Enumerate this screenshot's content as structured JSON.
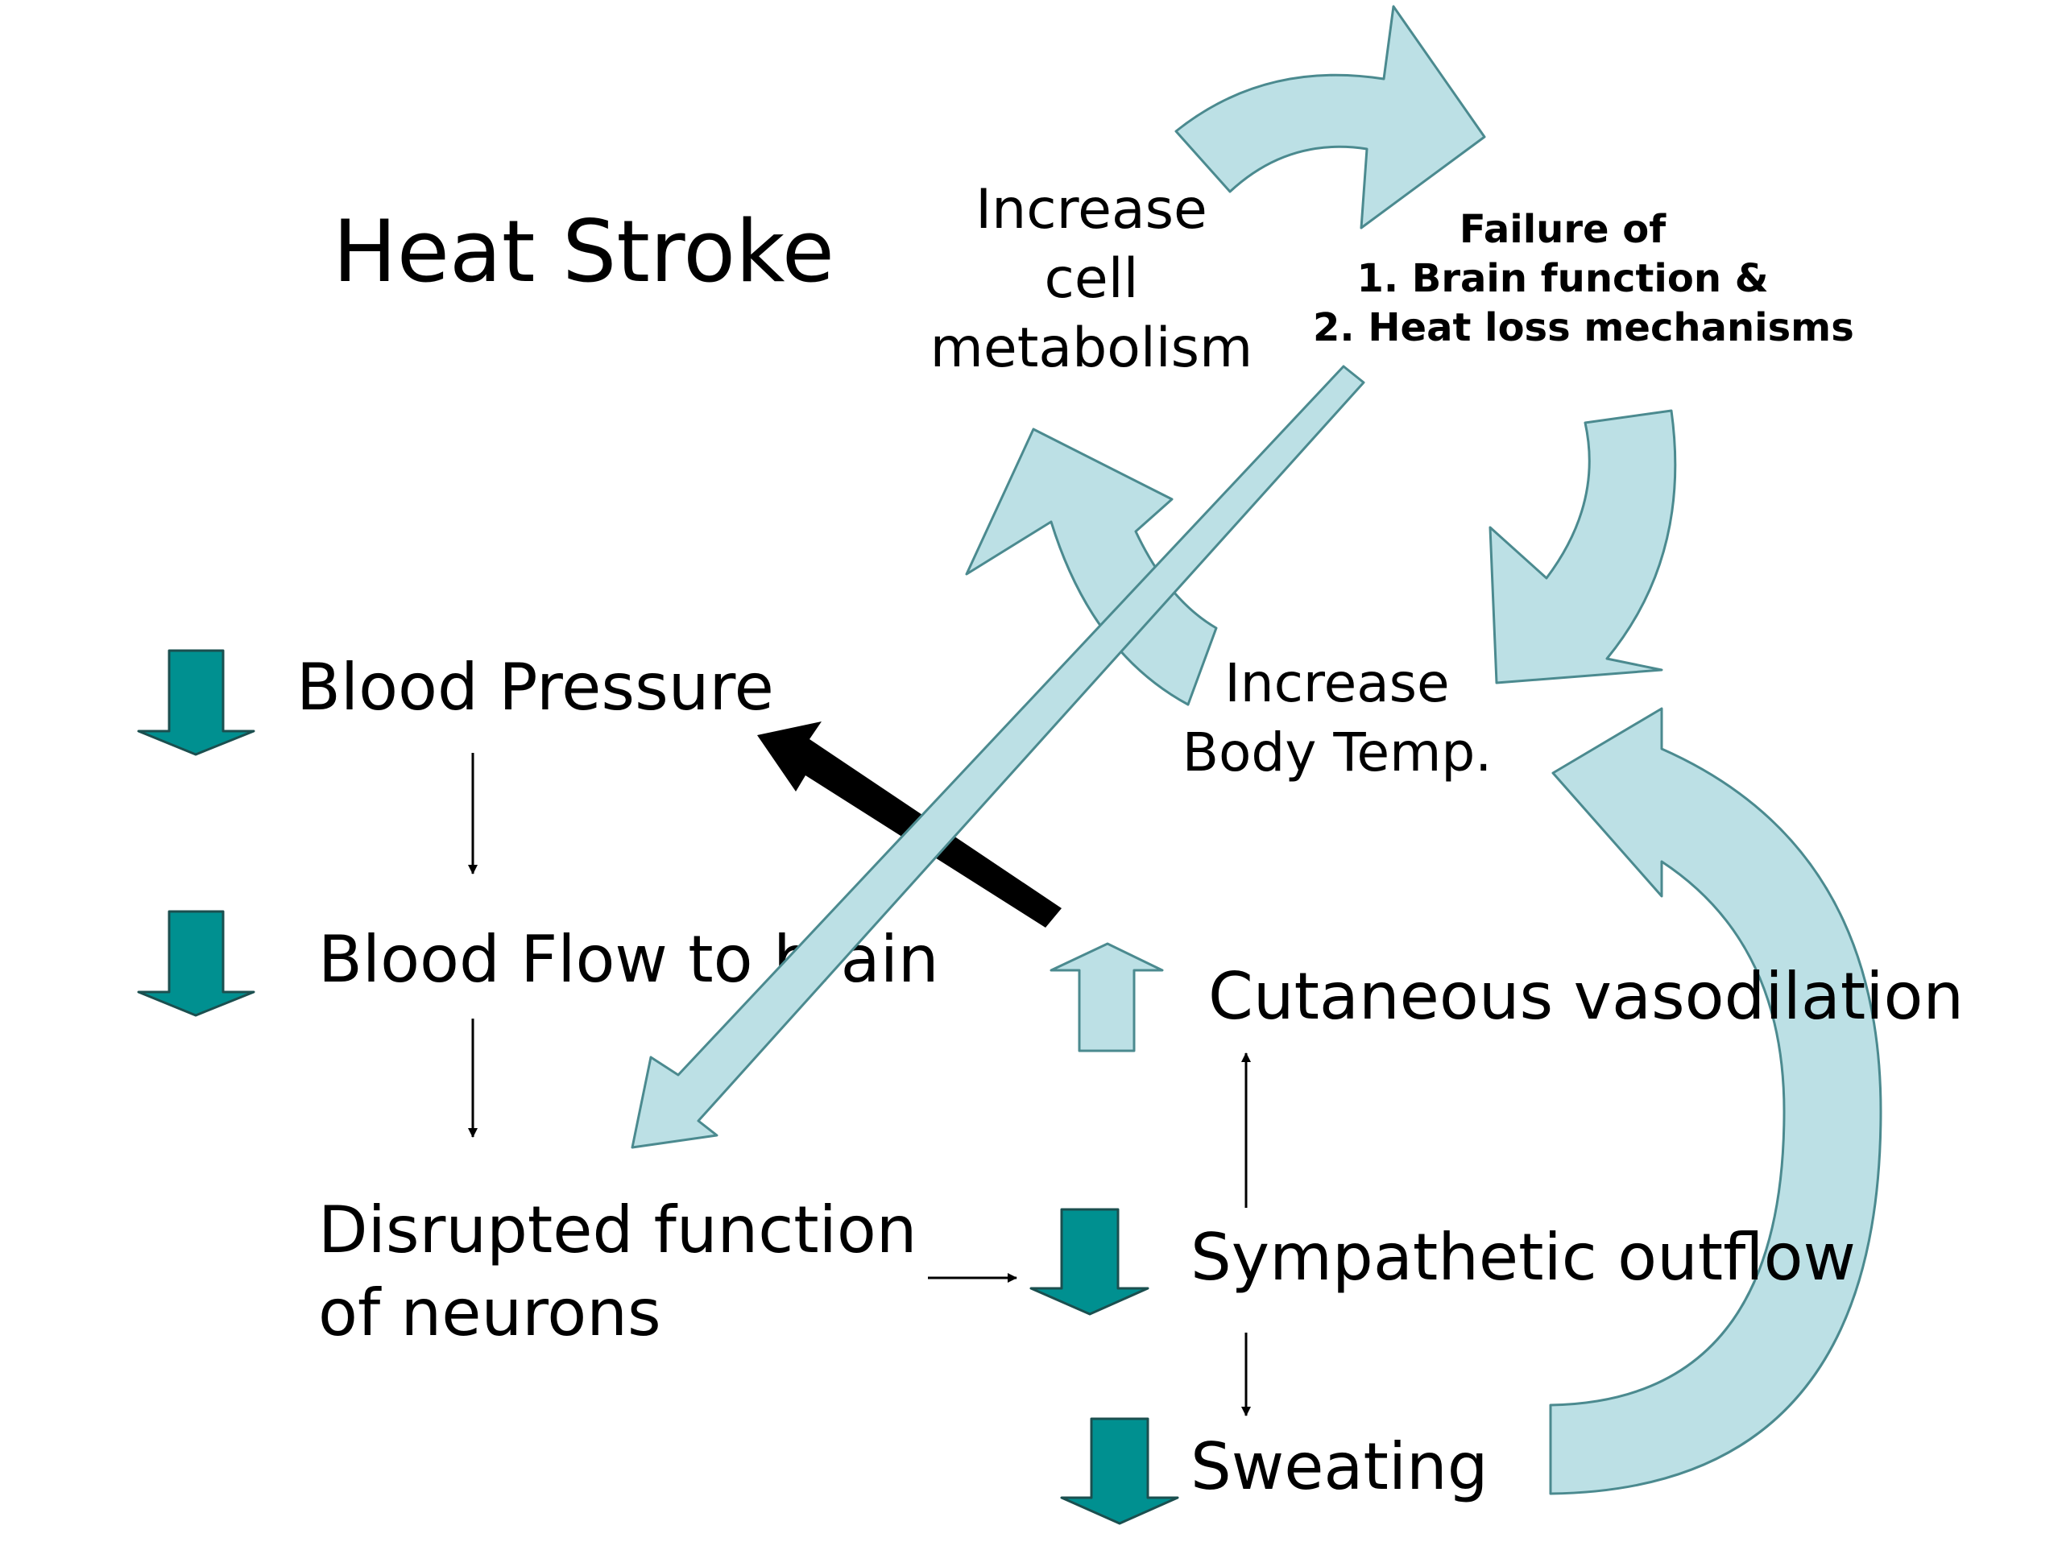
{
  "title": "Heat Stroke",
  "colors": {
    "cycle_arrow_fill": "#bce0e5",
    "cycle_arrow_stroke": "#4b8a8f",
    "down_arrow_fill": "#009090",
    "down_arrow_stroke": "#1b4f4f",
    "black_arrow": "#000000"
  },
  "cycle": {
    "increase_cell_metabolism": [
      "Increase",
      "cell",
      "metabolism"
    ],
    "failure": [
      "Failure of",
      "1. Brain function &",
      "2. Heat loss mechanisms"
    ],
    "increase_body_temp": [
      "Increase",
      "Body Temp."
    ]
  },
  "left_chain": {
    "blood_pressure": "Blood Pressure",
    "blood_flow_to_brain": "Blood Flow to brain",
    "disrupted_function": [
      "Disrupted function",
      "of neurons"
    ]
  },
  "right_chain": {
    "cutaneous_vasodilation": "Cutaneous vasodilation",
    "sympathetic_outflow": "Sympathetic outflow",
    "sweating": "Sweating"
  },
  "arrow_directions": {
    "blood_pressure": "down",
    "blood_flow_to_brain": "down",
    "cutaneous_vasodilation": "up",
    "sympathetic_outflow": "down",
    "sweating": "down"
  }
}
